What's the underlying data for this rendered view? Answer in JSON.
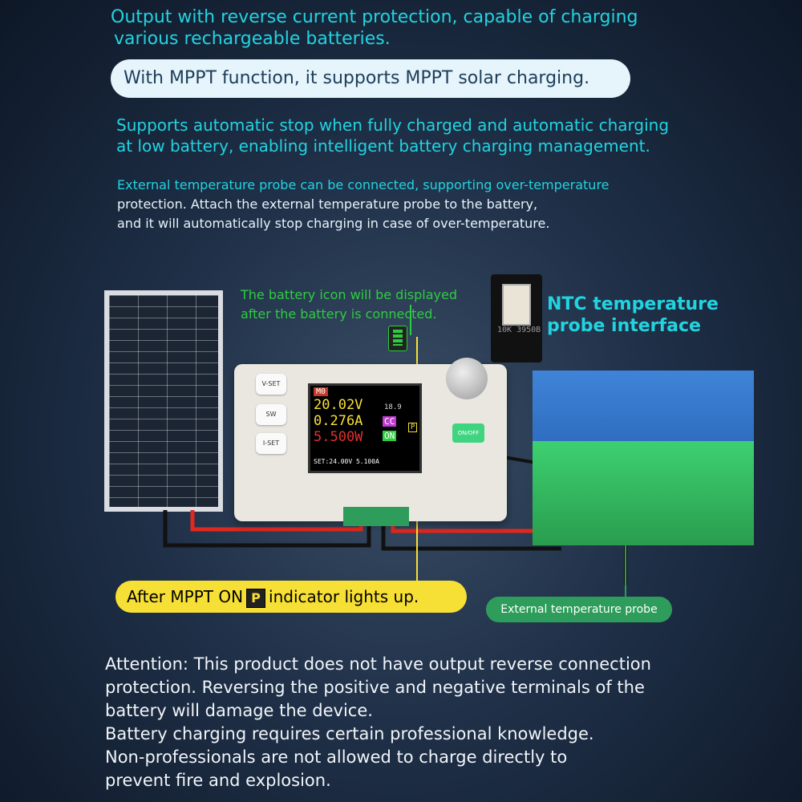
{
  "intro": {
    "line1": "Output with reverse current protection, capable of charging",
    "line1b": "various rechargeable batteries.",
    "mppt_pill": "With MPPT function, it supports MPPT solar charging.",
    "line3a": "Supports automatic stop when fully charged and automatic charging",
    "line3b": "at low battery, enabling intelligent battery charging management.",
    "line4a": "External temperature probe can be connected, supporting over-temperature",
    "line4b": "protection. Attach the external temperature probe to the battery,",
    "line4c": "and it will automatically stop charging in case of over-temperature."
  },
  "callouts": {
    "battery_note_a": "The battery icon will be displayed",
    "battery_note_b": "after the battery is connected.",
    "ntc_a": "NTC temperature",
    "ntc_b": "probe interface",
    "ntc_code": "10K 3950B",
    "mppt_before": "After MPPT ON",
    "mppt_p": "P",
    "mppt_after": "indicator lights up.",
    "probe": "External temperature probe"
  },
  "device": {
    "btn_vset": "V-SET",
    "btn_sw": "SW",
    "btn_iset": "I-SET",
    "btn_onoff": "ON/OFF",
    "screen": {
      "mode": "M0",
      "voltage": "20.02V",
      "current": "0.276A",
      "power": "5.500W",
      "temp": "18.9",
      "cc": "CC",
      "on": "ON",
      "p": "P",
      "set": "SET:24.00V 5.100A"
    }
  },
  "attention": {
    "l1": "Attention: This product does not have output reverse connection",
    "l2": "protection. Reversing the positive and negative terminals of the",
    "l3": "battery will damage the device.",
    "l4": "Battery charging requires certain professional knowledge.",
    "l5": "Non-professionals are not allowed to charge directly to",
    "l6": "prevent fire and explosion."
  },
  "colors": {
    "cyan": "#22d3e0",
    "green": "#2ecc40",
    "yellow": "#f7e035"
  }
}
